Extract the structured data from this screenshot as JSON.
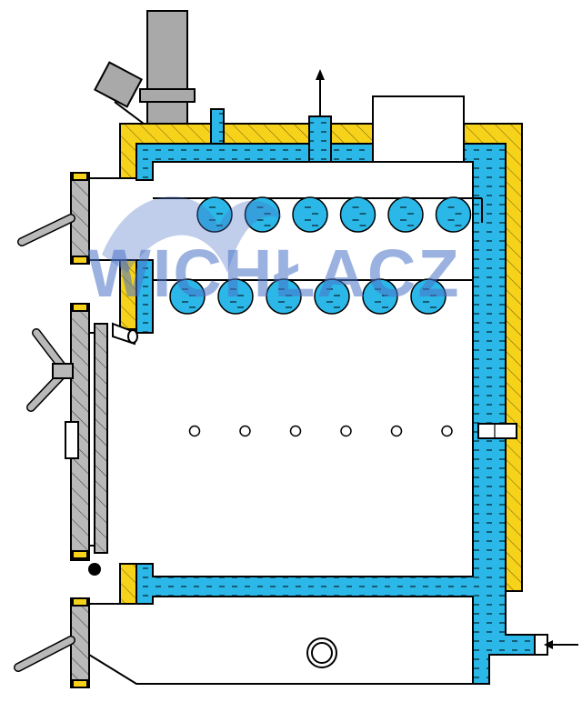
{
  "watermark": {
    "text": "WICHŁACZ",
    "color": "#4a74c8",
    "opacity": 0.55
  },
  "colors": {
    "water": "#2bb8e8",
    "insulation": "#f7d21a",
    "hatch": "#6a5a10",
    "steel": "#b9b9b9",
    "flue": "#a9a9a9",
    "outline": "#000000",
    "background": "#ffffff"
  },
  "components": {
    "flue_pipe": "flue-pipe",
    "upper_tube_row_count": 6,
    "lower_tube_row_count": 6,
    "air_holes_count": 6,
    "outlet_arrow": "up-arrow-icon",
    "inlet_arrow": "left-arrow-icon"
  }
}
